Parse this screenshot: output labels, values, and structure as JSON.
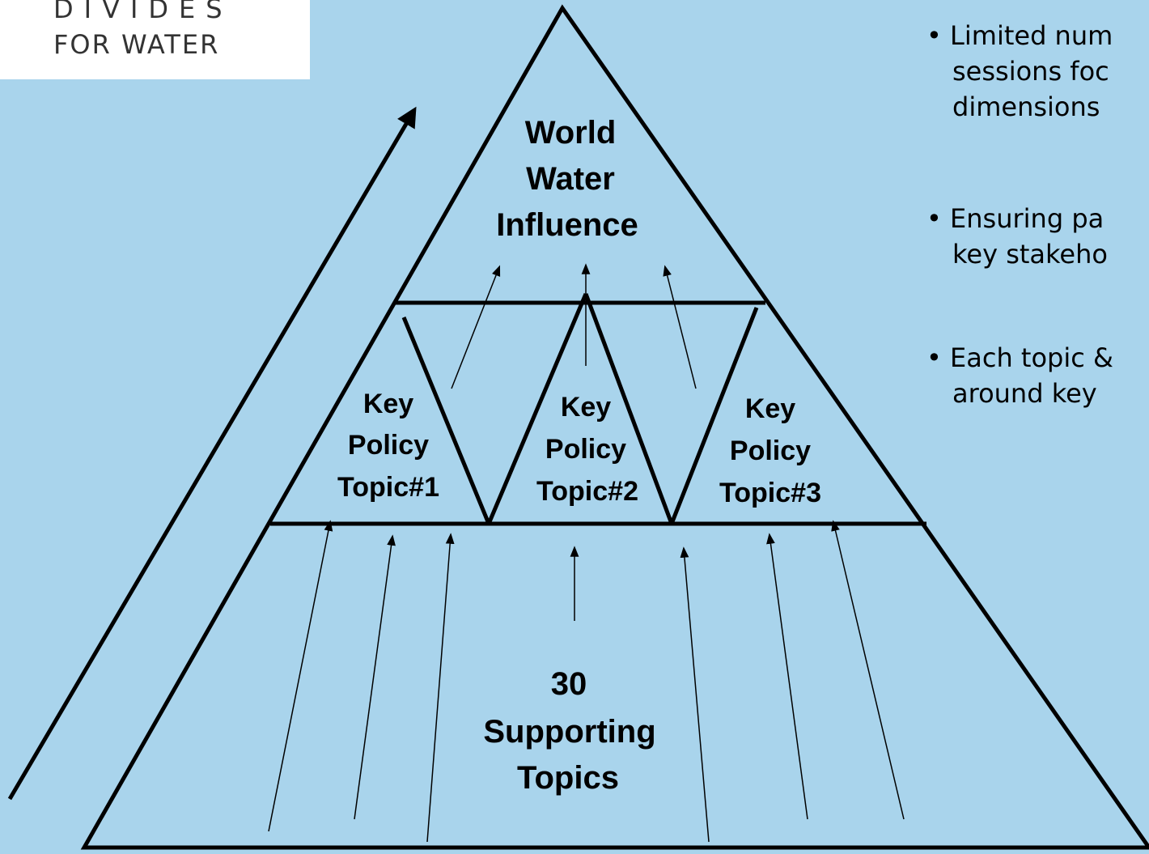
{
  "logo": {
    "line1": "DIVIDES",
    "line2": "FOR WATER"
  },
  "diagram": {
    "top_label": [
      "World",
      "Water",
      "Influence"
    ],
    "middle_labels": [
      [
        "Key",
        "Policy",
        "Topic#1"
      ],
      [
        "Key",
        "Policy",
        "Topic#2"
      ],
      [
        "Key",
        "Policy",
        "Topic#3"
      ]
    ],
    "bottom_label": [
      "30",
      "Supporting",
      "Topics"
    ]
  },
  "bullets": [
    {
      "line1": "• Limited num",
      "line2": "sessions foc",
      "line3": "dimensions"
    },
    {
      "line1": "• Ensuring pa",
      "line2": "key stakeho"
    },
    {
      "line1": "• Each topic &",
      "line2": "around key"
    }
  ]
}
